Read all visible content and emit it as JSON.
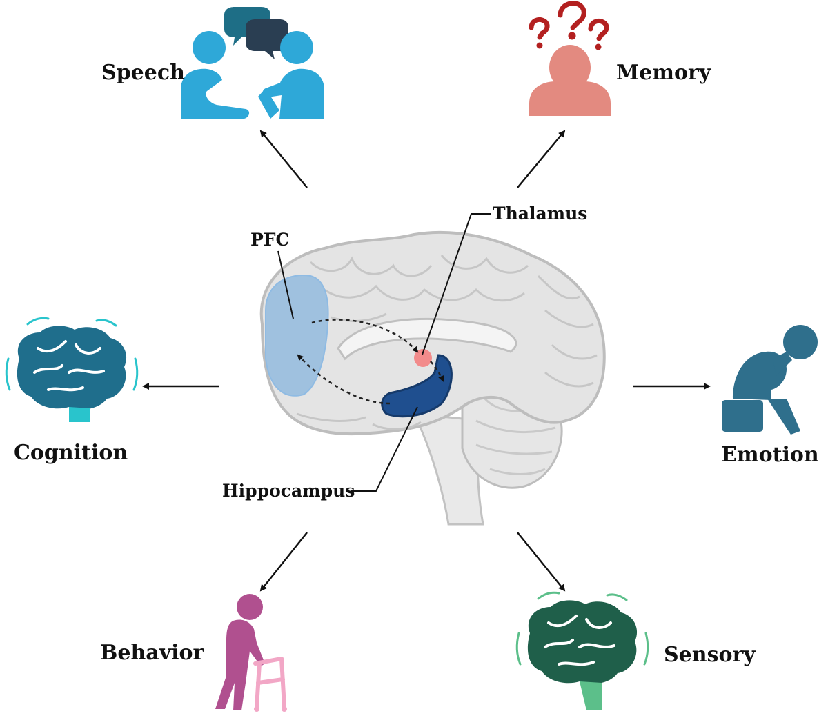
{
  "outcomes": {
    "speech": "Speech",
    "memory": "Memory",
    "cognition": "Cognition",
    "emotion": "Emotion",
    "behavior": "Behavior",
    "sensory": "Sensory"
  },
  "regions": {
    "pfc": "PFC",
    "thalamus": "Thalamus",
    "hippocampus": "Hippocampus"
  },
  "colors": {
    "speech": "#2ea8d8",
    "memory_person": "#e38a80",
    "memory_question": "#b32020",
    "cognition_brain": "#1f6e8c",
    "cognition_stem": "#29c4cc",
    "emotion": "#2f6f8c",
    "behavior_person": "#b0508f",
    "behavior_walker": "#f2a7c6",
    "sensory_brain": "#1f5f4a",
    "sensory_stem": "#5cbf8a",
    "pfc_overlay": "#7aaedc",
    "thalamus": "#f28b8b",
    "hippocampus": "#1f4f8f",
    "brain_fill": "#e4e4e4",
    "brain_stroke": "#bdbdbd"
  },
  "icons": [
    "conversation-icon",
    "question-person-icon",
    "brain-icon",
    "sad-person-icon",
    "walker-person-icon",
    "brain-icon"
  ]
}
